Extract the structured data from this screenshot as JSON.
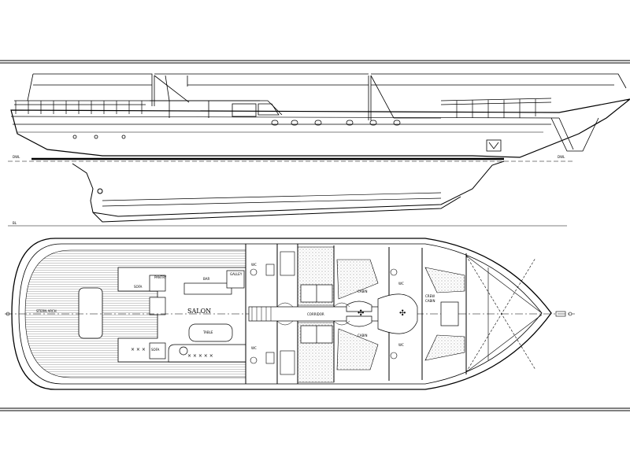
{
  "drawing": {
    "frame_color": "#000000",
    "background": "#ffffff",
    "deck_hatch_color": "#9a9a9a"
  },
  "profile": {
    "dwl_left": "DWL",
    "dwl_right": "DWL",
    "bl_mark": "BL"
  },
  "deck_plan": {
    "stern_marker": "STERN ARCH",
    "salon": "SALON",
    "pantry": "PANTRY",
    "bar": "BAR",
    "settee_left": "SOFA",
    "settee_right": "SOFA",
    "galley": "GALLEY",
    "table": "TABLE",
    "corridor": "CORRIDOR",
    "head_labels": [
      "WC",
      "WC",
      "WC",
      "WC"
    ],
    "cabin_labels": [
      "CABIN",
      "CABIN"
    ],
    "forward_label_1": "CREW",
    "forward_label_2": "CABIN"
  }
}
